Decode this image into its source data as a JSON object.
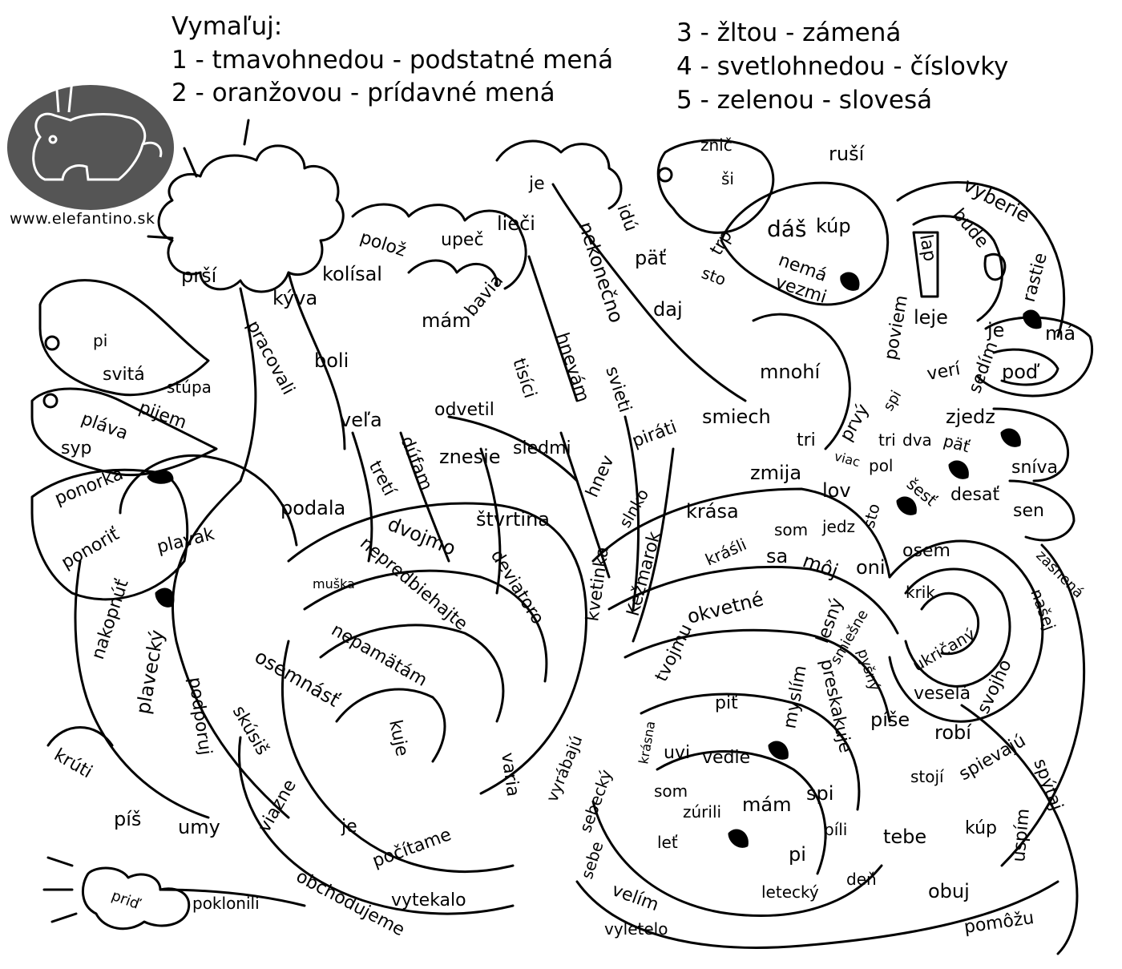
{
  "instructions": {
    "title": "Vymaľuj:",
    "items": [
      "1 - tmavohnedou -  podstatné mená",
      "2 - oranžovou - prídavné mená",
      "3 - žltou - zámená",
      "4 - svetlohnedou - číslovky",
      "5 - zelenou - slovesá"
    ]
  },
  "logo": {
    "url": "www.elefantino.sk",
    "icon": "elephant-rabbit-logo-icon"
  },
  "words": [
    "prší",
    "kýva",
    "kolísal",
    "polož",
    "upeč",
    "lieči",
    "je",
    "nekonečno",
    "idú",
    "päť",
    "daj",
    "znič",
    "ši",
    "ruší",
    "dáš",
    "kúp",
    "trp",
    "nemá",
    "vezmi",
    "sto",
    "vyberie",
    "bude",
    "lap",
    "rastie",
    "je",
    "má",
    "poviem",
    "leje",
    "verí",
    "sedím",
    "poď",
    "spi",
    "prvý",
    "zjedz",
    "tri",
    "dva",
    "päť",
    "mnohí",
    "smiech",
    "pi",
    "svitá",
    "stúpa",
    "pijem",
    "pláva",
    "syp",
    "ponorka",
    "ponoriť",
    "plavák",
    "podala",
    "pracovali",
    "boli",
    "veľa",
    "tretí",
    "dúfam",
    "odvetil",
    "znesie",
    "siedmi",
    "tisíci",
    "hnevám",
    "svieti",
    "mám",
    "bavia",
    "hnev",
    "piráti",
    "tri",
    "zmija",
    "lov",
    "viac",
    "pol",
    "šesť",
    "desať",
    "sníva",
    "sen",
    "štvrtina",
    "dvojmo",
    "slnko",
    "krása",
    "kvetinka",
    "Kežmarok",
    "deviatoro",
    "nepredbiehajte",
    "muška",
    "nepamätám",
    "osem",
    "krik",
    "som",
    "jedz",
    "sto",
    "kráśli",
    "sa",
    "môj",
    "oni",
    "zasnená",
    "našej",
    "okvetné",
    "lesný",
    "smiešne",
    "pyšný",
    "ukričaný",
    "svojho",
    "veselá",
    "nakopnúť",
    "plavecký",
    "podporuj",
    "skúsiš",
    "osemnásť",
    "kuje",
    "je",
    "počítame",
    "varia",
    "vyrábajú",
    "sebecký",
    "sebe",
    "tvojmu",
    "krásna",
    "uvi",
    "piť",
    "vedie",
    "myslím",
    "preskakuje",
    "píše",
    "robí",
    "spievajú",
    "stojí",
    "spýtaj",
    "uspím",
    "kúp",
    "krúti",
    "píš",
    "umy",
    "viazne",
    "obchodujeme",
    "vytekalo",
    "som",
    "zúrili",
    "leť",
    "mám",
    "spi",
    "píli",
    "pi",
    "tebe",
    "velím",
    "vyletelo",
    "letecký",
    "deň",
    "obuj",
    "pomôžu",
    "priď",
    "poklonili"
  ]
}
